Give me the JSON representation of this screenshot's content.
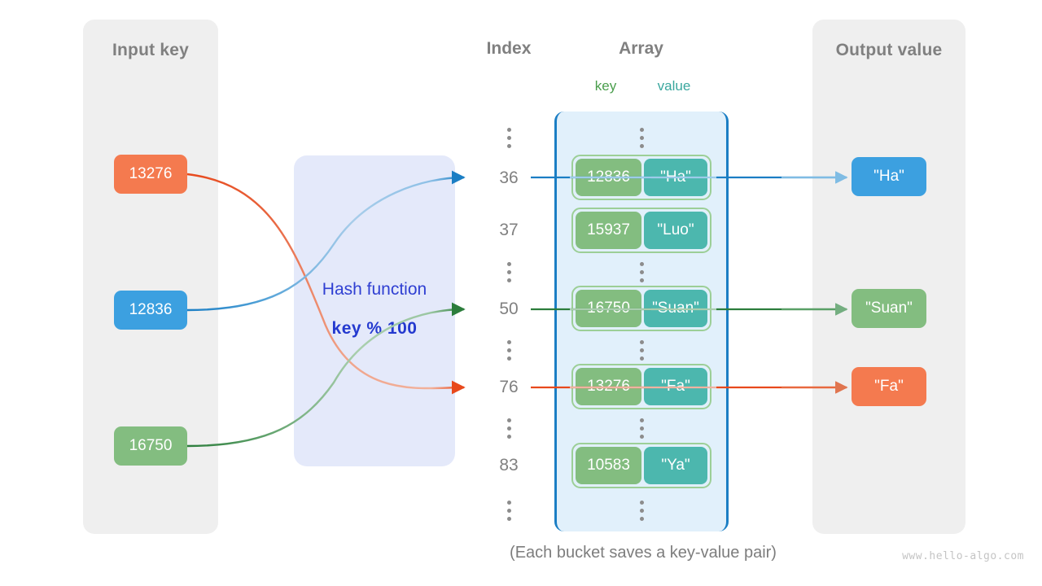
{
  "diagram": {
    "title": "Hash table key-value mapping",
    "caption": "(Each bucket saves a key-value pair)",
    "watermark": "www.hello-algo.com"
  },
  "input_panel": {
    "title": "Input key",
    "keys": [
      {
        "label": "13276",
        "color": "#f47a4f"
      },
      {
        "label": "12836",
        "color": "#3ca0e0"
      },
      {
        "label": "16750",
        "color": "#83bd80"
      }
    ]
  },
  "hash_function": {
    "label": "Hash function",
    "formula": "key % 100",
    "box_color": "#e4e9fa",
    "text_color": "#2439cf"
  },
  "index_column": {
    "heading": "Index",
    "entries": [
      "⋮",
      "36",
      "37",
      "⋮",
      "50",
      "⋮",
      "76",
      "⋮",
      "83",
      "⋮"
    ],
    "labels": [
      "36",
      "37",
      "50",
      "76",
      "83"
    ]
  },
  "array_column": {
    "heading": "Array",
    "key_label": "key",
    "value_label": "value",
    "key_color": "#83bd80",
    "value_color": "#4cb7ae",
    "container_color": "#e1f0fb",
    "container_border": "#1b7ec4",
    "buckets": [
      {
        "index": "36",
        "key": "12836",
        "value": "\"Ha\""
      },
      {
        "index": "37",
        "key": "15937",
        "value": "\"Luo\""
      },
      {
        "index": "50",
        "key": "16750",
        "value": "\"Suan\""
      },
      {
        "index": "76",
        "key": "13276",
        "value": "\"Fa\""
      },
      {
        "index": "83",
        "key": "10583",
        "value": "\"Ya\""
      }
    ]
  },
  "output_panel": {
    "title": "Output value",
    "values": [
      {
        "label": "\"Ha\"",
        "color": "#3ca0e0"
      },
      {
        "label": "\"Suan\"",
        "color": "#83bd80"
      },
      {
        "label": "\"Fa\"",
        "color": "#f47a4f"
      }
    ]
  },
  "mappings": [
    {
      "key": "13276",
      "index": "76",
      "value": "\"Fa\"",
      "color": "#e8491c"
    },
    {
      "key": "12836",
      "index": "36",
      "value": "\"Ha\"",
      "color": "#1b7ec4"
    },
    {
      "key": "16750",
      "index": "50",
      "value": "\"Suan\"",
      "color": "#2c7d3c"
    }
  ]
}
